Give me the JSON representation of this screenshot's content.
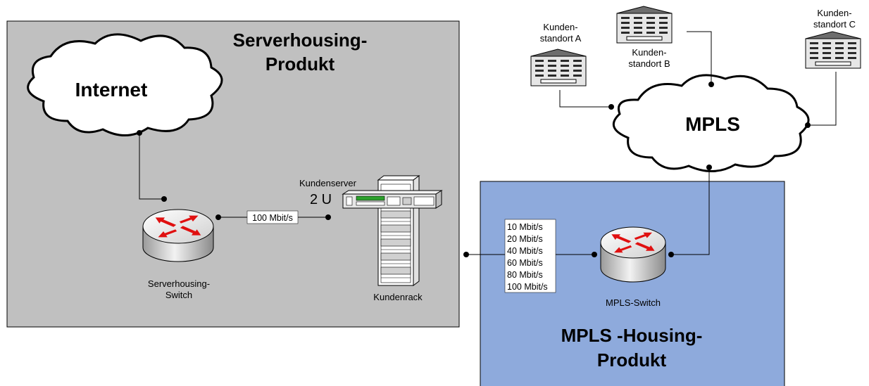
{
  "serverhousing": {
    "title_line1": "Serverhousing-",
    "title_line2": "Produkt",
    "internet_label": "Internet",
    "switch_label_line1": "Serverhousing-",
    "switch_label_line2": "Switch",
    "link_speed": "100 Mbit/s",
    "server_label": "Kundenserver",
    "server_units": "2 U",
    "rack_label": "Kundenrack"
  },
  "mpls_housing": {
    "title_line1": "MPLS -Housing-",
    "title_line2": "Produkt",
    "speeds": [
      "10 Mbit/s",
      "20 Mbit/s",
      "40 Mbit/s",
      "60 Mbit/s",
      "80 Mbit/s",
      "100 Mbit/s"
    ],
    "switch_label": "MPLS-Switch"
  },
  "mpls_cloud": {
    "label": "MPLS"
  },
  "sites": [
    {
      "line1": "Kunden-",
      "line2": "standort A"
    },
    {
      "line1": "Kunden-",
      "line2": "standort B"
    },
    {
      "line1": "Kunden-",
      "line2": "standort C"
    }
  ],
  "colors": {
    "serverhousing_bg": "#c0c0c0",
    "mpls_housing_bg": "#8eaadc",
    "arrow_red": "#e01010"
  }
}
